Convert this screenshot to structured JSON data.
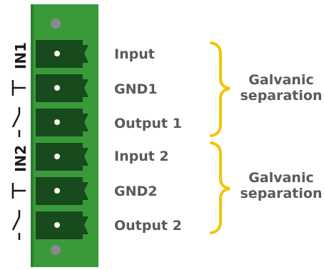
{
  "terminal": {
    "pins": [
      {
        "label": "Input"
      },
      {
        "label": "GND1"
      },
      {
        "label": "Output 1"
      },
      {
        "label": "Input 2"
      },
      {
        "label": "GND2"
      },
      {
        "label": "Output 2"
      }
    ],
    "side_labels": [
      "IN1",
      "IN2"
    ],
    "groups": [
      {
        "label_line1": "Galvanic",
        "label_line2": "separation"
      },
      {
        "label_line1": "Galvanic",
        "label_line2": "separation"
      }
    ]
  },
  "colors": {
    "board": "#3a9a3a",
    "board_edge": "#2f7f2f",
    "socket": "#174a1c",
    "socket_pin": "#ffffff",
    "screw": "#8a8a8a",
    "brace": "#f5c400",
    "label_text": "#5a5a5a",
    "symbol": "#1a1a1a"
  },
  "icons": [
    "ground-symbol",
    "switch-symbol"
  ]
}
